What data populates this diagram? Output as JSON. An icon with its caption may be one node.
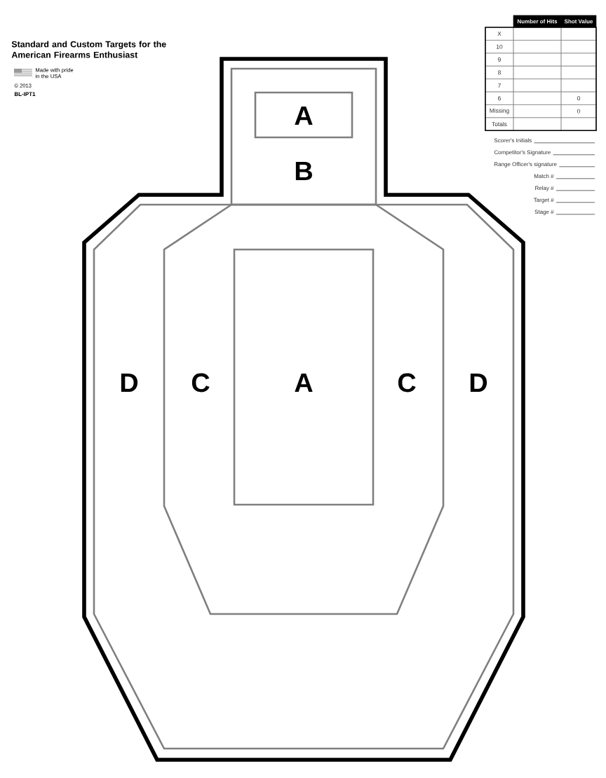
{
  "diagram": {
    "title": "Standard and Custom Targets for the American Firearms Enthusiast",
    "nodes": [
      {
        "text": [
          "B"
        ]
      },
      {
        "text": [
          "A"
        ],
        "in": 0
      },
      {
        "text": [
          "D",
          "D"
        ]
      },
      {
        "text": [
          "C",
          "C"
        ],
        "in": 2
      },
      {
        "text": [
          "A"
        ],
        "in": 3
      }
    ],
    "labels": [
      "Made with pride in the USA",
      "© 2013",
      "BL-IPT1",
      "Number of Hits",
      "Shot Value",
      "X",
      "10",
      "9",
      "8",
      "7",
      "6",
      "0",
      "Missing",
      "0",
      "Totals",
      "Scorer's Initials",
      "Competitor's Signature",
      "Range Officer's signature",
      "Match #",
      "Relay #",
      "Target #",
      "Stage #"
    ]
  }
}
